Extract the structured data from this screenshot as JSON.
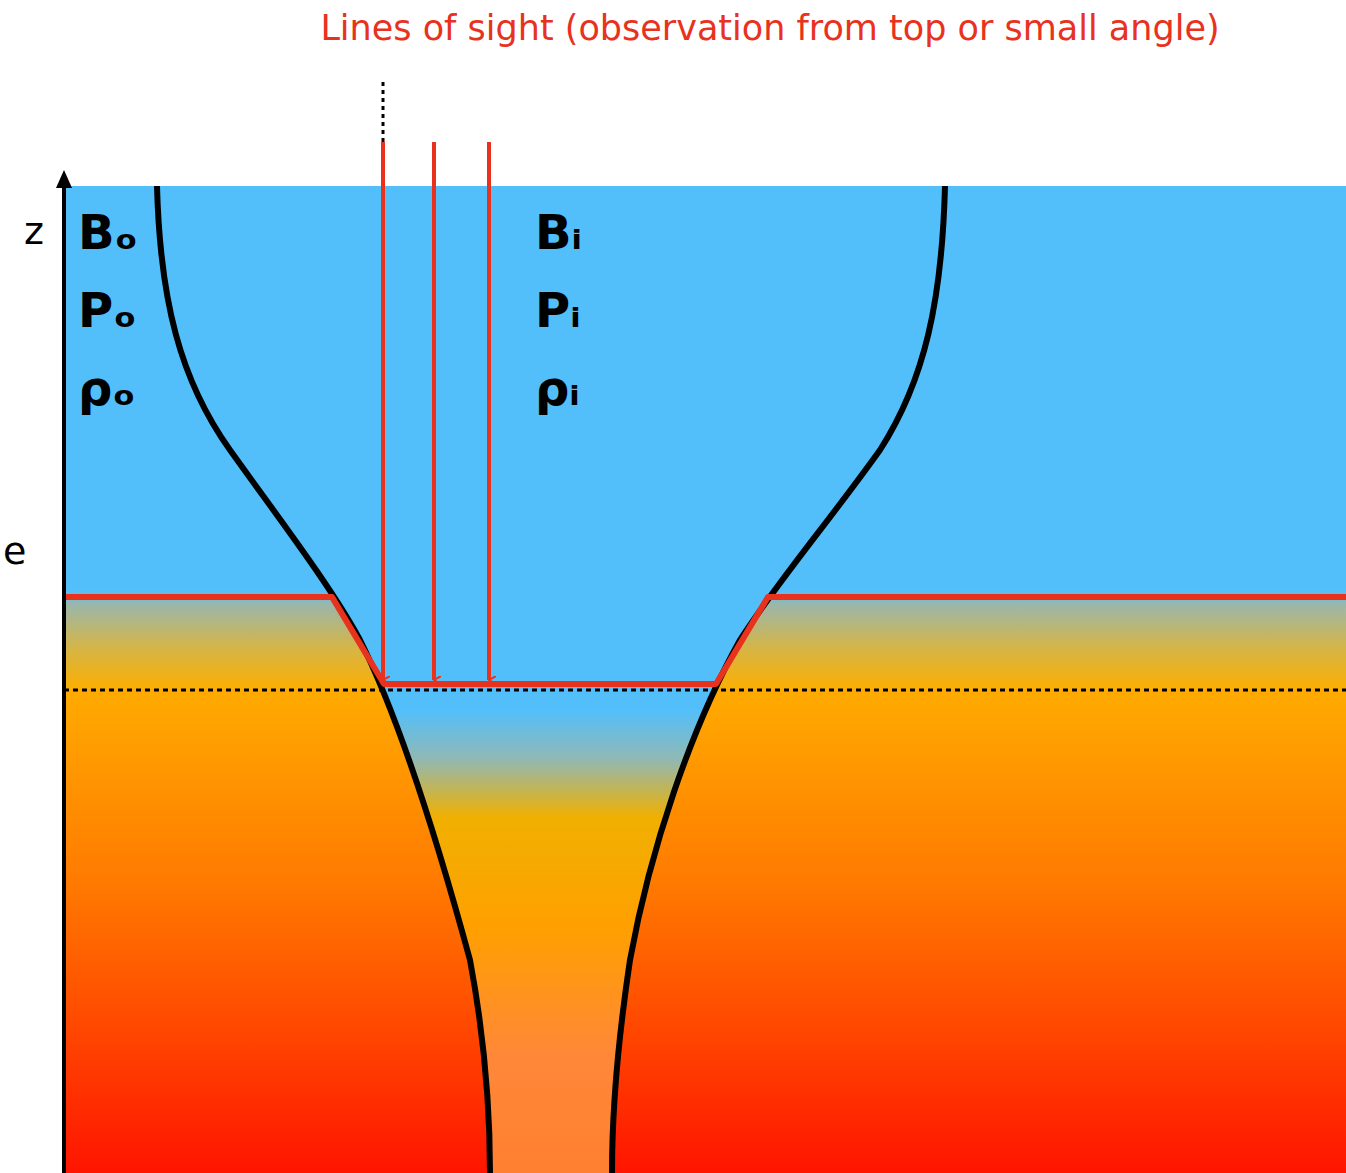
{
  "diagram": {
    "labels": [
      "Lines of sight (observation from top or small angle)",
      "z",
      "Bₒ",
      "Pₒ",
      "ρₒ",
      "Bᵢ",
      "Pᵢ",
      "ρᵢ",
      "e"
    ]
  }
}
